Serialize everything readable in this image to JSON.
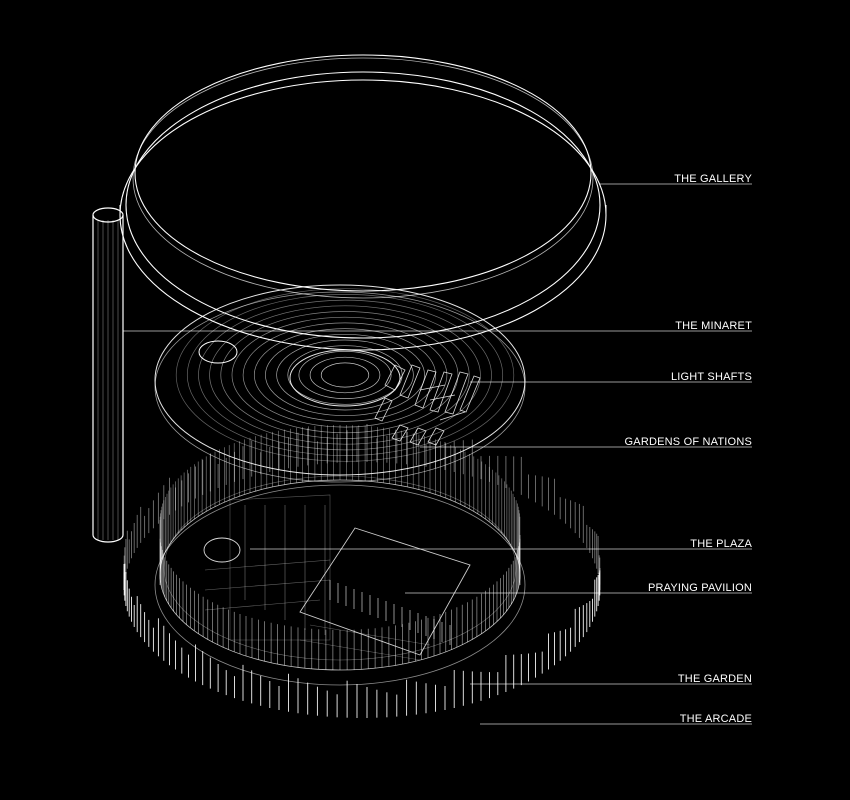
{
  "labels": [
    "THE GALLERY",
    "THE MINARET",
    "LIGHT SHAFTS",
    "GARDENS OF NATIONS",
    "THE PLAZA",
    "PRAYING PAVILION",
    "THE GARDEN",
    "THE ARCADE"
  ],
  "colors": {
    "background": "#000000",
    "line": "#ffffff"
  }
}
